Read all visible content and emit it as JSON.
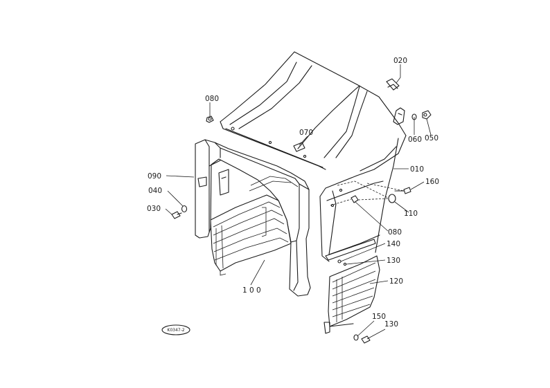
{
  "diagram": {
    "part_labels": {
      "p020": "020",
      "p080_top": "080",
      "p070": "070",
      "p060": "060",
      "p050": "050",
      "p090": "090",
      "p010": "010",
      "p040": "040",
      "p160": "160",
      "p030": "030",
      "p110": "110",
      "p080_mid": "080",
      "p140": "140",
      "p130_mid": "130",
      "p120": "120",
      "p100": "1 0 0",
      "p150": "150",
      "p130_bot": "130"
    },
    "reference_code": "K0347-2"
  }
}
